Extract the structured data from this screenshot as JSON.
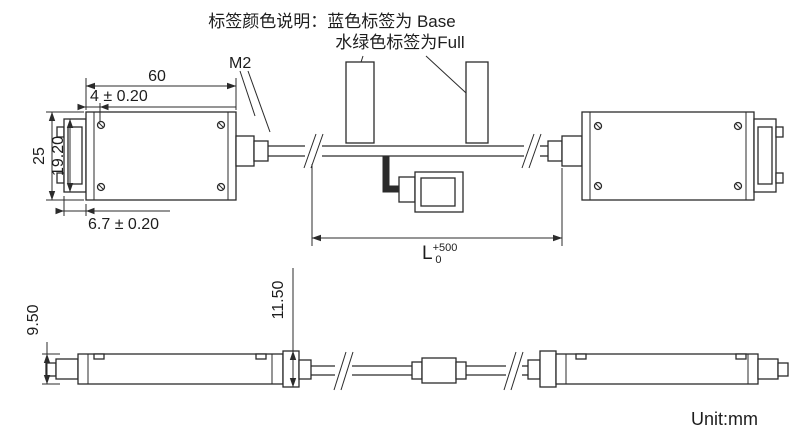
{
  "annotations": {
    "label_note_line1": "标签颜色说明：蓝色标签为 Base",
    "label_note_line2": "水绿色标签为Full",
    "thread_label": "M2",
    "unit_label": "Unit:mm"
  },
  "dimensions": {
    "body_length": "60",
    "screw_offset": "4 ± 0.20",
    "body_width": "25",
    "connector_width": "19.20",
    "connector_depth": "6.7 ± 0.20",
    "cable_length_base": "L",
    "cable_length_tol_upper": "+500",
    "cable_length_tol_lower": "0",
    "strain_relief_height": "11.50",
    "body_height": "9.50"
  },
  "colors": {
    "line": "#2b2b2b",
    "text": "#1d1d1d",
    "background": "#ffffff"
  }
}
